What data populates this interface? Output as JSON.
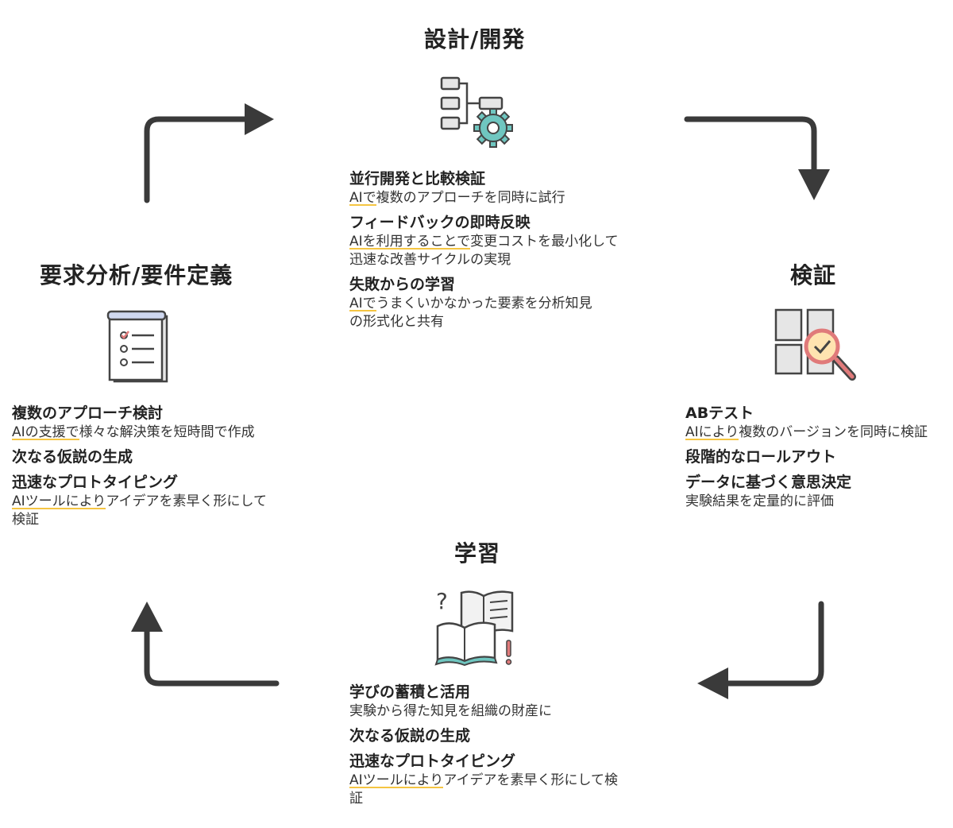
{
  "sections": {
    "design": {
      "title": "設計/開発",
      "items": [
        {
          "title": "並行開発と比較検証",
          "desc": [
            "AIで",
            "複数のアプローチを同時に試行"
          ]
        },
        {
          "title": "フィードバックの即時反映",
          "desc": [
            "AIを利用することで",
            "変更コストを最小化して迅速な改善サイクルの実現"
          ]
        },
        {
          "title": "失敗からの学習",
          "desc": [
            "AIで",
            "うまくいかなかった要素を分析知見の形式化と共有"
          ]
        }
      ]
    },
    "requirements": {
      "title": "要求分析/要件定義",
      "items": [
        {
          "title": "複数のアプローチ検討",
          "desc": [
            "AIの支援で",
            "様々な解決策を短時間で作成"
          ]
        },
        {
          "title": "次なる仮説の生成",
          "desc": [
            "",
            ""
          ]
        },
        {
          "title": "迅速なプロトタイピング",
          "desc": [
            "AIツールにより",
            "アイデアを素早く形にして検証"
          ]
        }
      ]
    },
    "verification": {
      "title": "検証",
      "items": [
        {
          "title": "ABテスト",
          "desc": [
            "AIにより",
            "複数のバージョンを同時に検証"
          ]
        },
        {
          "title": "段階的なロールアウト",
          "desc": [
            "",
            ""
          ]
        },
        {
          "title": "データに基づく意思決定",
          "desc": [
            "",
            "実験結果を定量的に評価"
          ]
        }
      ]
    },
    "learning": {
      "title": "学習",
      "items": [
        {
          "title": "学びの蓄積と活用",
          "desc": [
            "",
            "実験から得た知見を組織の財産に"
          ]
        },
        {
          "title": "次なる仮説の生成",
          "desc": [
            "",
            ""
          ]
        },
        {
          "title": "迅速なプロトタイピング",
          "desc": [
            "AIツールにより",
            "アイデアを素早く形にして検証"
          ]
        }
      ]
    }
  },
  "icons": {
    "design": "flowchart-gear-icon",
    "requirements": "checklist-document-icon",
    "verification": "grid-magnifier-check-icon",
    "learning": "open-books-question-icon"
  },
  "colors": {
    "arrow": "#3a3a3a",
    "accent_teal": "#6fc6c0",
    "accent_red": "#e07a7a",
    "highlight_underline": "#f5c542",
    "icon_fill": "#e6e6e6",
    "icon_stroke": "#444444"
  }
}
